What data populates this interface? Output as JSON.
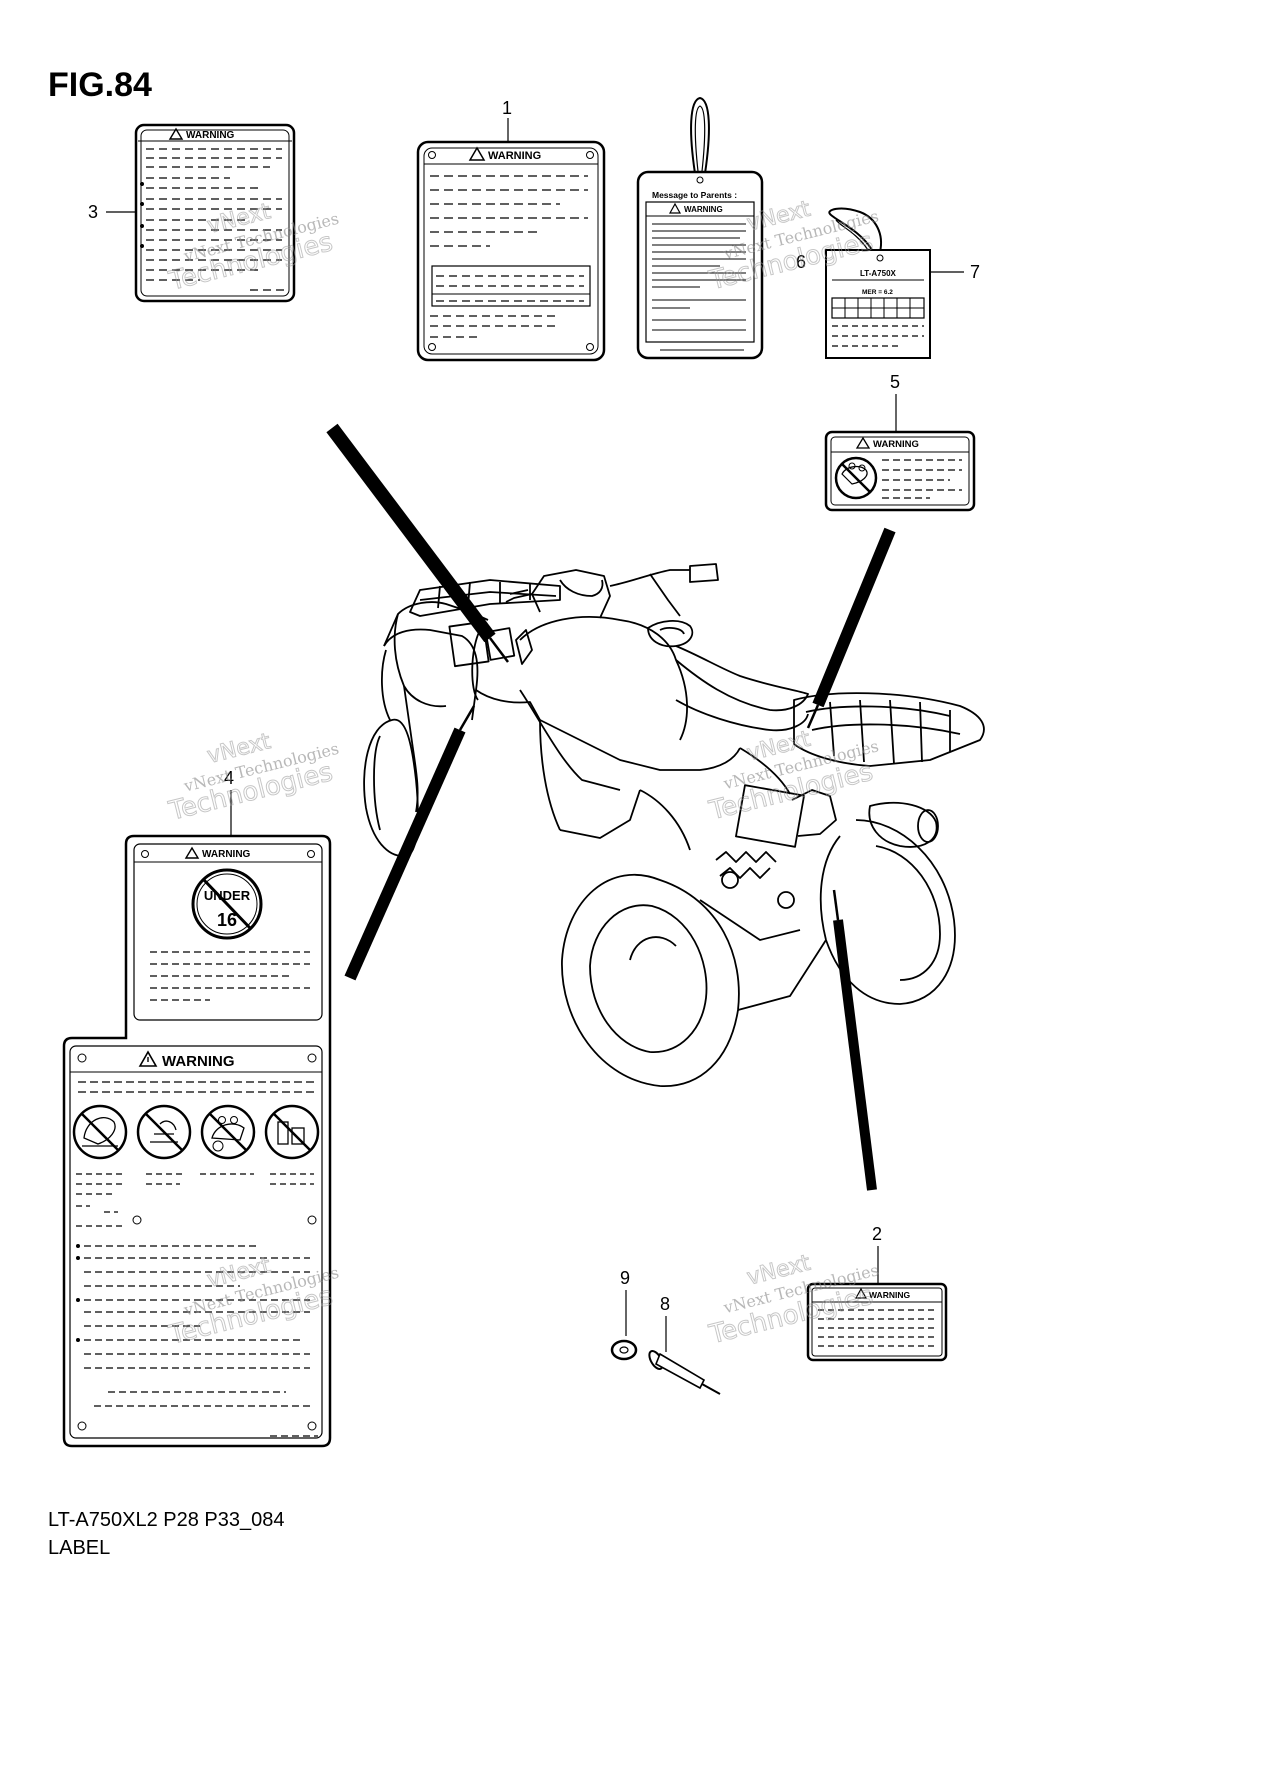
{
  "figure": {
    "title": "FIG.84",
    "model_code": "LT-A750XL2 P28 P33_084",
    "section": "LABEL"
  },
  "callouts": [
    "1",
    "2",
    "3",
    "4",
    "5",
    "6",
    "7",
    "8",
    "9"
  ],
  "labels": {
    "warning": "WARNING",
    "warning_large": "WARNING",
    "parents_heading": "Message to Parents :",
    "age_symbol_top": "UNDER",
    "age_symbol_bottom": "16",
    "tag_model": "LT-A750X",
    "tag_spec": "MER = 6.2"
  },
  "watermark": {
    "line1": "vNext",
    "line2": "vNext Technologies",
    "line3": "Technologies"
  }
}
